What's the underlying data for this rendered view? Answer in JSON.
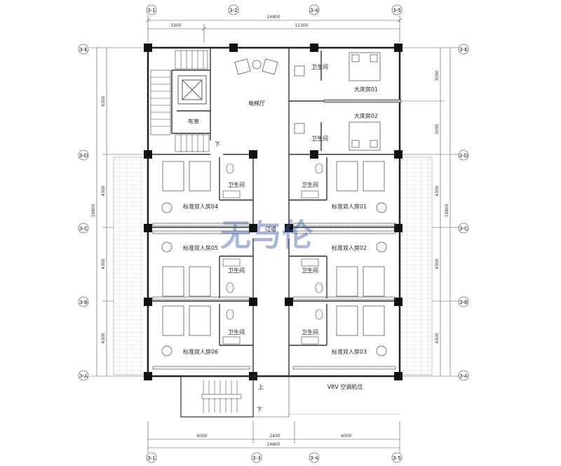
{
  "dimensions": {
    "top_total": "14800",
    "top_left": "3300",
    "top_right": "11300",
    "bottom_total": "14800",
    "bottom_left": "6000",
    "bottom_mid": "2400",
    "bottom_right": "6000",
    "left_total": "19800",
    "left_seg1": "6300",
    "left_seg2": "4300",
    "left_seg3": "4300",
    "left_seg4": "4300",
    "right_total": "19800",
    "right_seg1": "3090",
    "right_seg2": "3090",
    "right_seg3": "4300",
    "right_seg4": "4300",
    "right_seg5": "4300"
  },
  "grid": {
    "top": [
      "3-1",
      "3-2",
      "3-4",
      "3-5"
    ],
    "bottom": [
      "3-1",
      "3-3",
      "3-4",
      "3-5"
    ],
    "left": [
      "3-E",
      "3-D",
      "3-C",
      "3-B",
      "3-A"
    ],
    "right": [
      "3-E",
      "3-D",
      "3-C",
      "3-B",
      "3-A"
    ]
  },
  "rooms": {
    "elevator_hall": "电梯厅",
    "linen": "布草",
    "down_top": "下",
    "king01": "大床房01",
    "king02": "大床房02",
    "bath_k1": "卫生间",
    "bath_k2": "卫生间",
    "twin04": "标准双人房04",
    "twin01": "标准双人房01",
    "twin05": "标准双人房05",
    "twin02": "标准双人房02",
    "twin06": "标准双人房06",
    "twin03": "标准双人房03",
    "bath04": "卫生间",
    "bath01": "卫生间",
    "bath05": "卫生间",
    "bath02": "卫生间",
    "bath06": "卫生间",
    "bath03": "卫生间",
    "corridor": "过道",
    "up": "上",
    "down_bottom": "下",
    "vrv": "VRV 空调机位"
  },
  "watermark": "无与伦"
}
